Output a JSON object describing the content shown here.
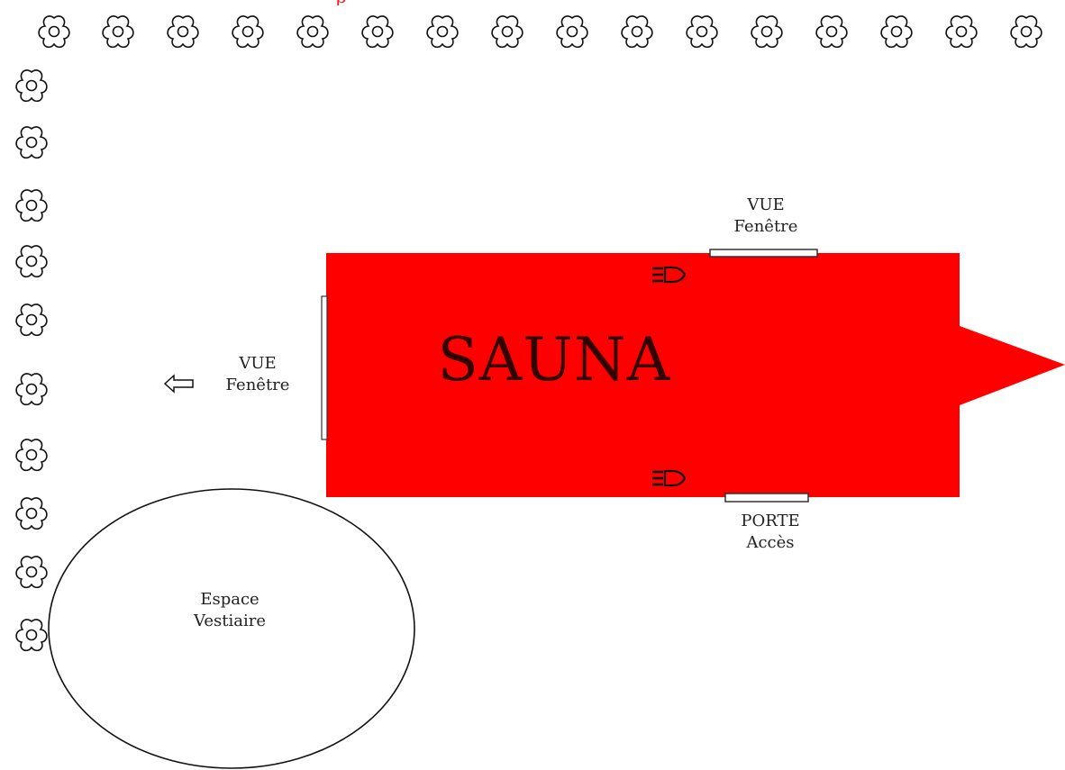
{
  "sauna": {
    "title": "SAUNA",
    "color": "#ff0000"
  },
  "window_top": {
    "line1": "VUE",
    "line2": "Fenêtre"
  },
  "window_left": {
    "line1": "VUE",
    "line2": "Fenêtre"
  },
  "door": {
    "line1": "PORTE",
    "line2": "Accès"
  },
  "changing_area": {
    "line1": "Espace",
    "line2": "Vestiaire"
  },
  "icons": {
    "flower": "flower-icon",
    "heater": "heater-icon",
    "arrow": "arrow-left-icon"
  },
  "top_mark": "p"
}
